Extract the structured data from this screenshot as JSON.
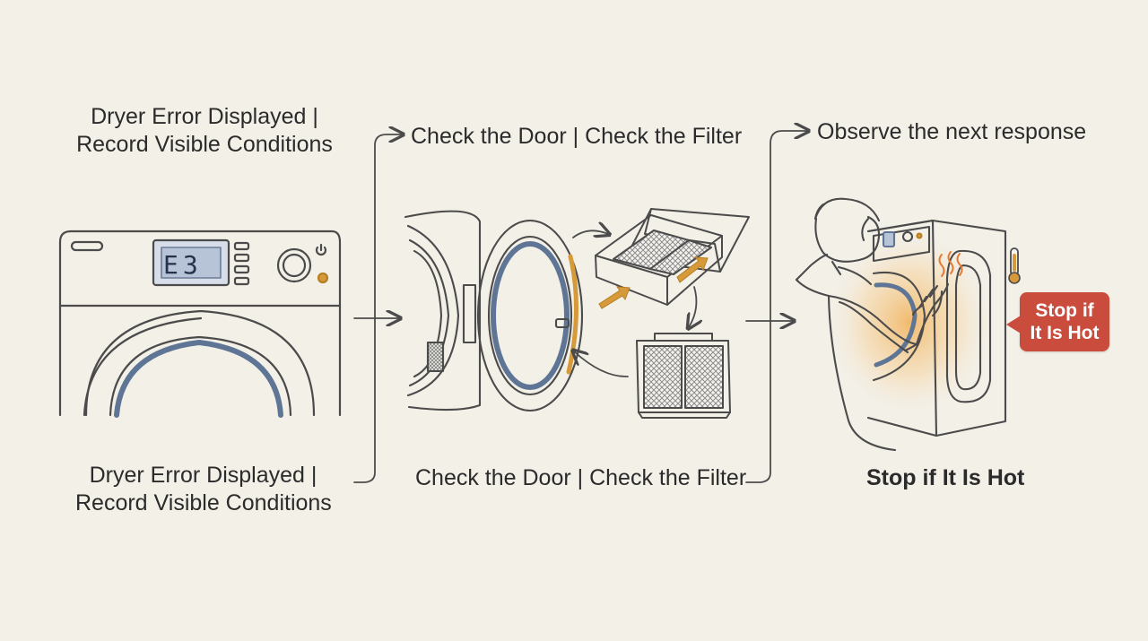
{
  "diagram": {
    "stage1": {
      "top_label": [
        "Dryer Error Displayed |",
        "Record Visible Conditions"
      ],
      "bottom_label": [
        "Dryer Error Displayed |",
        "Record Visible Conditions"
      ],
      "display_code": "E3"
    },
    "stage2": {
      "top_label": "Check the Door | Check the Filter",
      "bottom_label": "Check the Door | Check the Filter"
    },
    "stage3": {
      "top_label": "Observe the next response",
      "bottom_label": "Stop if It Is Hot",
      "badge": [
        "Stop if",
        "It Is Hot"
      ]
    }
  },
  "colors": {
    "background": "#f3f0e8",
    "line": "#4b4b4b",
    "accent_blue": "#5f7596",
    "accent_orange": "#d69a3a",
    "warning_red": "#c94c3d"
  },
  "icons": {
    "stage1": "dryer-icon",
    "stage2": [
      "dryer-door-icon",
      "lint-filter-icon"
    ],
    "stage3": [
      "person-icon",
      "heat-icon",
      "thermometer-icon"
    ]
  }
}
